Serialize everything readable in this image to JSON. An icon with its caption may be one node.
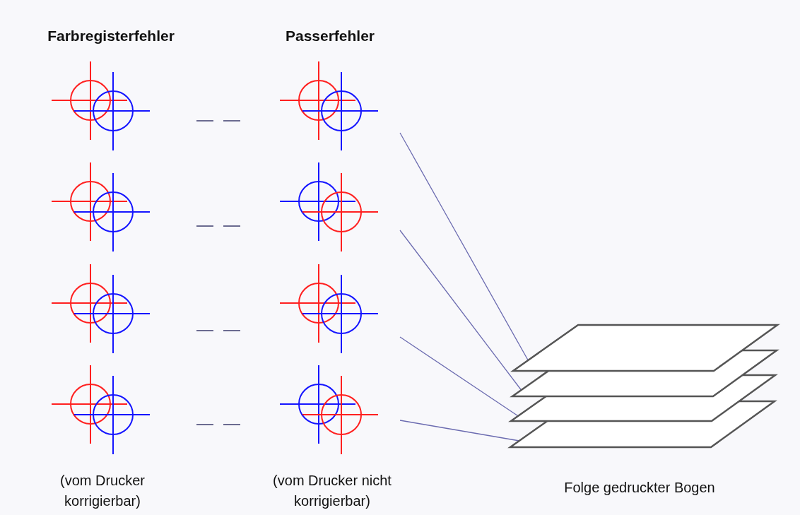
{
  "diagram": {
    "nodes": [
      {
        "text": [],
        "shape": "circle"
      },
      {
        "text": [],
        "shape": "circle"
      },
      {
        "text": [],
        "shape": "circle"
      },
      {
        "text": [],
        "shape": "circle"
      },
      {
        "text": [],
        "shape": "circle"
      },
      {
        "text": [],
        "shape": "circle"
      },
      {
        "text": [],
        "shape": "circle"
      },
      {
        "text": [],
        "shape": "circle"
      },
      {
        "text": [],
        "shape": "box"
      },
      {
        "text": [],
        "shape": "box"
      },
      {
        "text": [],
        "shape": "box"
      },
      {
        "text": [],
        "shape": "box"
      }
    ],
    "edges": [
      {
        "from": 4,
        "to": 8,
        "arrow": "none"
      },
      {
        "from": 5,
        "to": 9,
        "arrow": "none"
      },
      {
        "from": 6,
        "to": 10,
        "arrow": "none"
      },
      {
        "from": 7,
        "to": 11,
        "arrow": "none"
      }
    ],
    "labels": [
      "Farbregisterfehler",
      "Passerfehler",
      "(vom Drucker korrigierbar)",
      "(vom Drucker nicht korrigierbar)",
      "Folge gedruckter Bogen"
    ]
  }
}
